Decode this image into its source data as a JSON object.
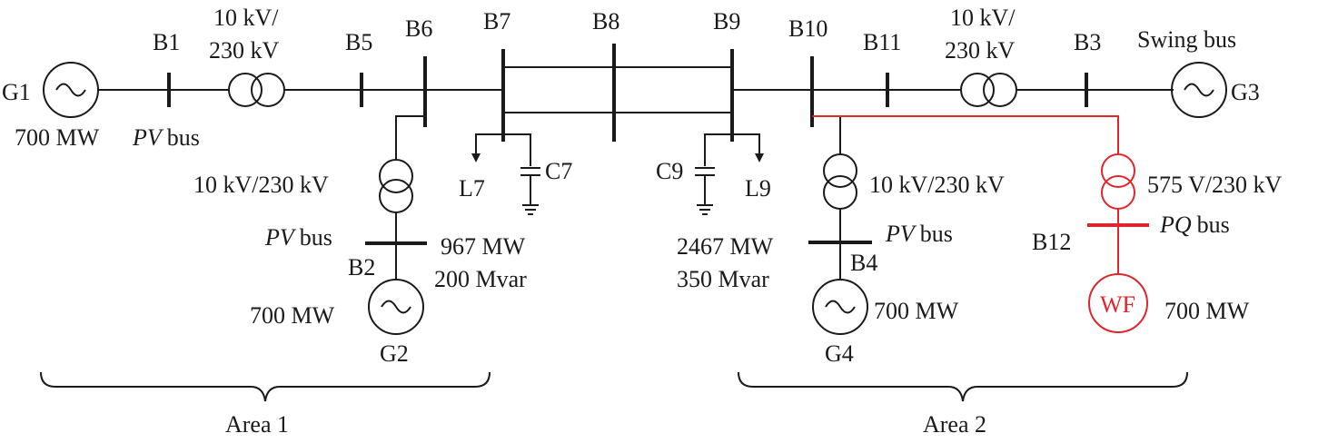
{
  "generators": {
    "g1": {
      "label": "G1",
      "power": "700 MW",
      "bus_type": "PV",
      "bus_word": "bus"
    },
    "g2": {
      "label": "G2",
      "power": "700 MW",
      "bus_type": "PV",
      "bus_word": "bus"
    },
    "g3": {
      "label": "G3",
      "bus_type_label": "Swing bus"
    },
    "g4": {
      "label": "G4",
      "power": "700 MW",
      "bus_type": "PV",
      "bus_word": "bus"
    },
    "wf": {
      "label": "WF",
      "power": "700 MW",
      "bus_type": "PQ",
      "bus_word": "bus"
    }
  },
  "buses": {
    "b1": "B1",
    "b2": "B2",
    "b3": "B3",
    "b4": "B4",
    "b5": "B5",
    "b6": "B6",
    "b7": "B7",
    "b8": "B8",
    "b9": "B9",
    "b10": "B10",
    "b11": "B11",
    "b12": "B12"
  },
  "transformers": {
    "t1": {
      "line1": "10 kV/",
      "line2": "230 kV"
    },
    "t2": {
      "label": "10 kV/230 kV"
    },
    "t3": {
      "line1": "10 kV/",
      "line2": "230 kV"
    },
    "t4": {
      "label": "10 kV/230 kV"
    },
    "t5": {
      "label": "575 V/230 kV"
    }
  },
  "loads": {
    "l7": {
      "label": "L7",
      "p": "967 MW",
      "q": "200 Mvar"
    },
    "l9": {
      "label": "L9",
      "p": "2467 MW",
      "q": "350 Mvar"
    }
  },
  "capacitors": {
    "c7": "C7",
    "c9": "C9"
  },
  "areas": {
    "area1": "Area 1",
    "area2": "Area 2"
  },
  "colors": {
    "black": "#1a1a1a",
    "wind_farm_red": "#e0262b"
  }
}
